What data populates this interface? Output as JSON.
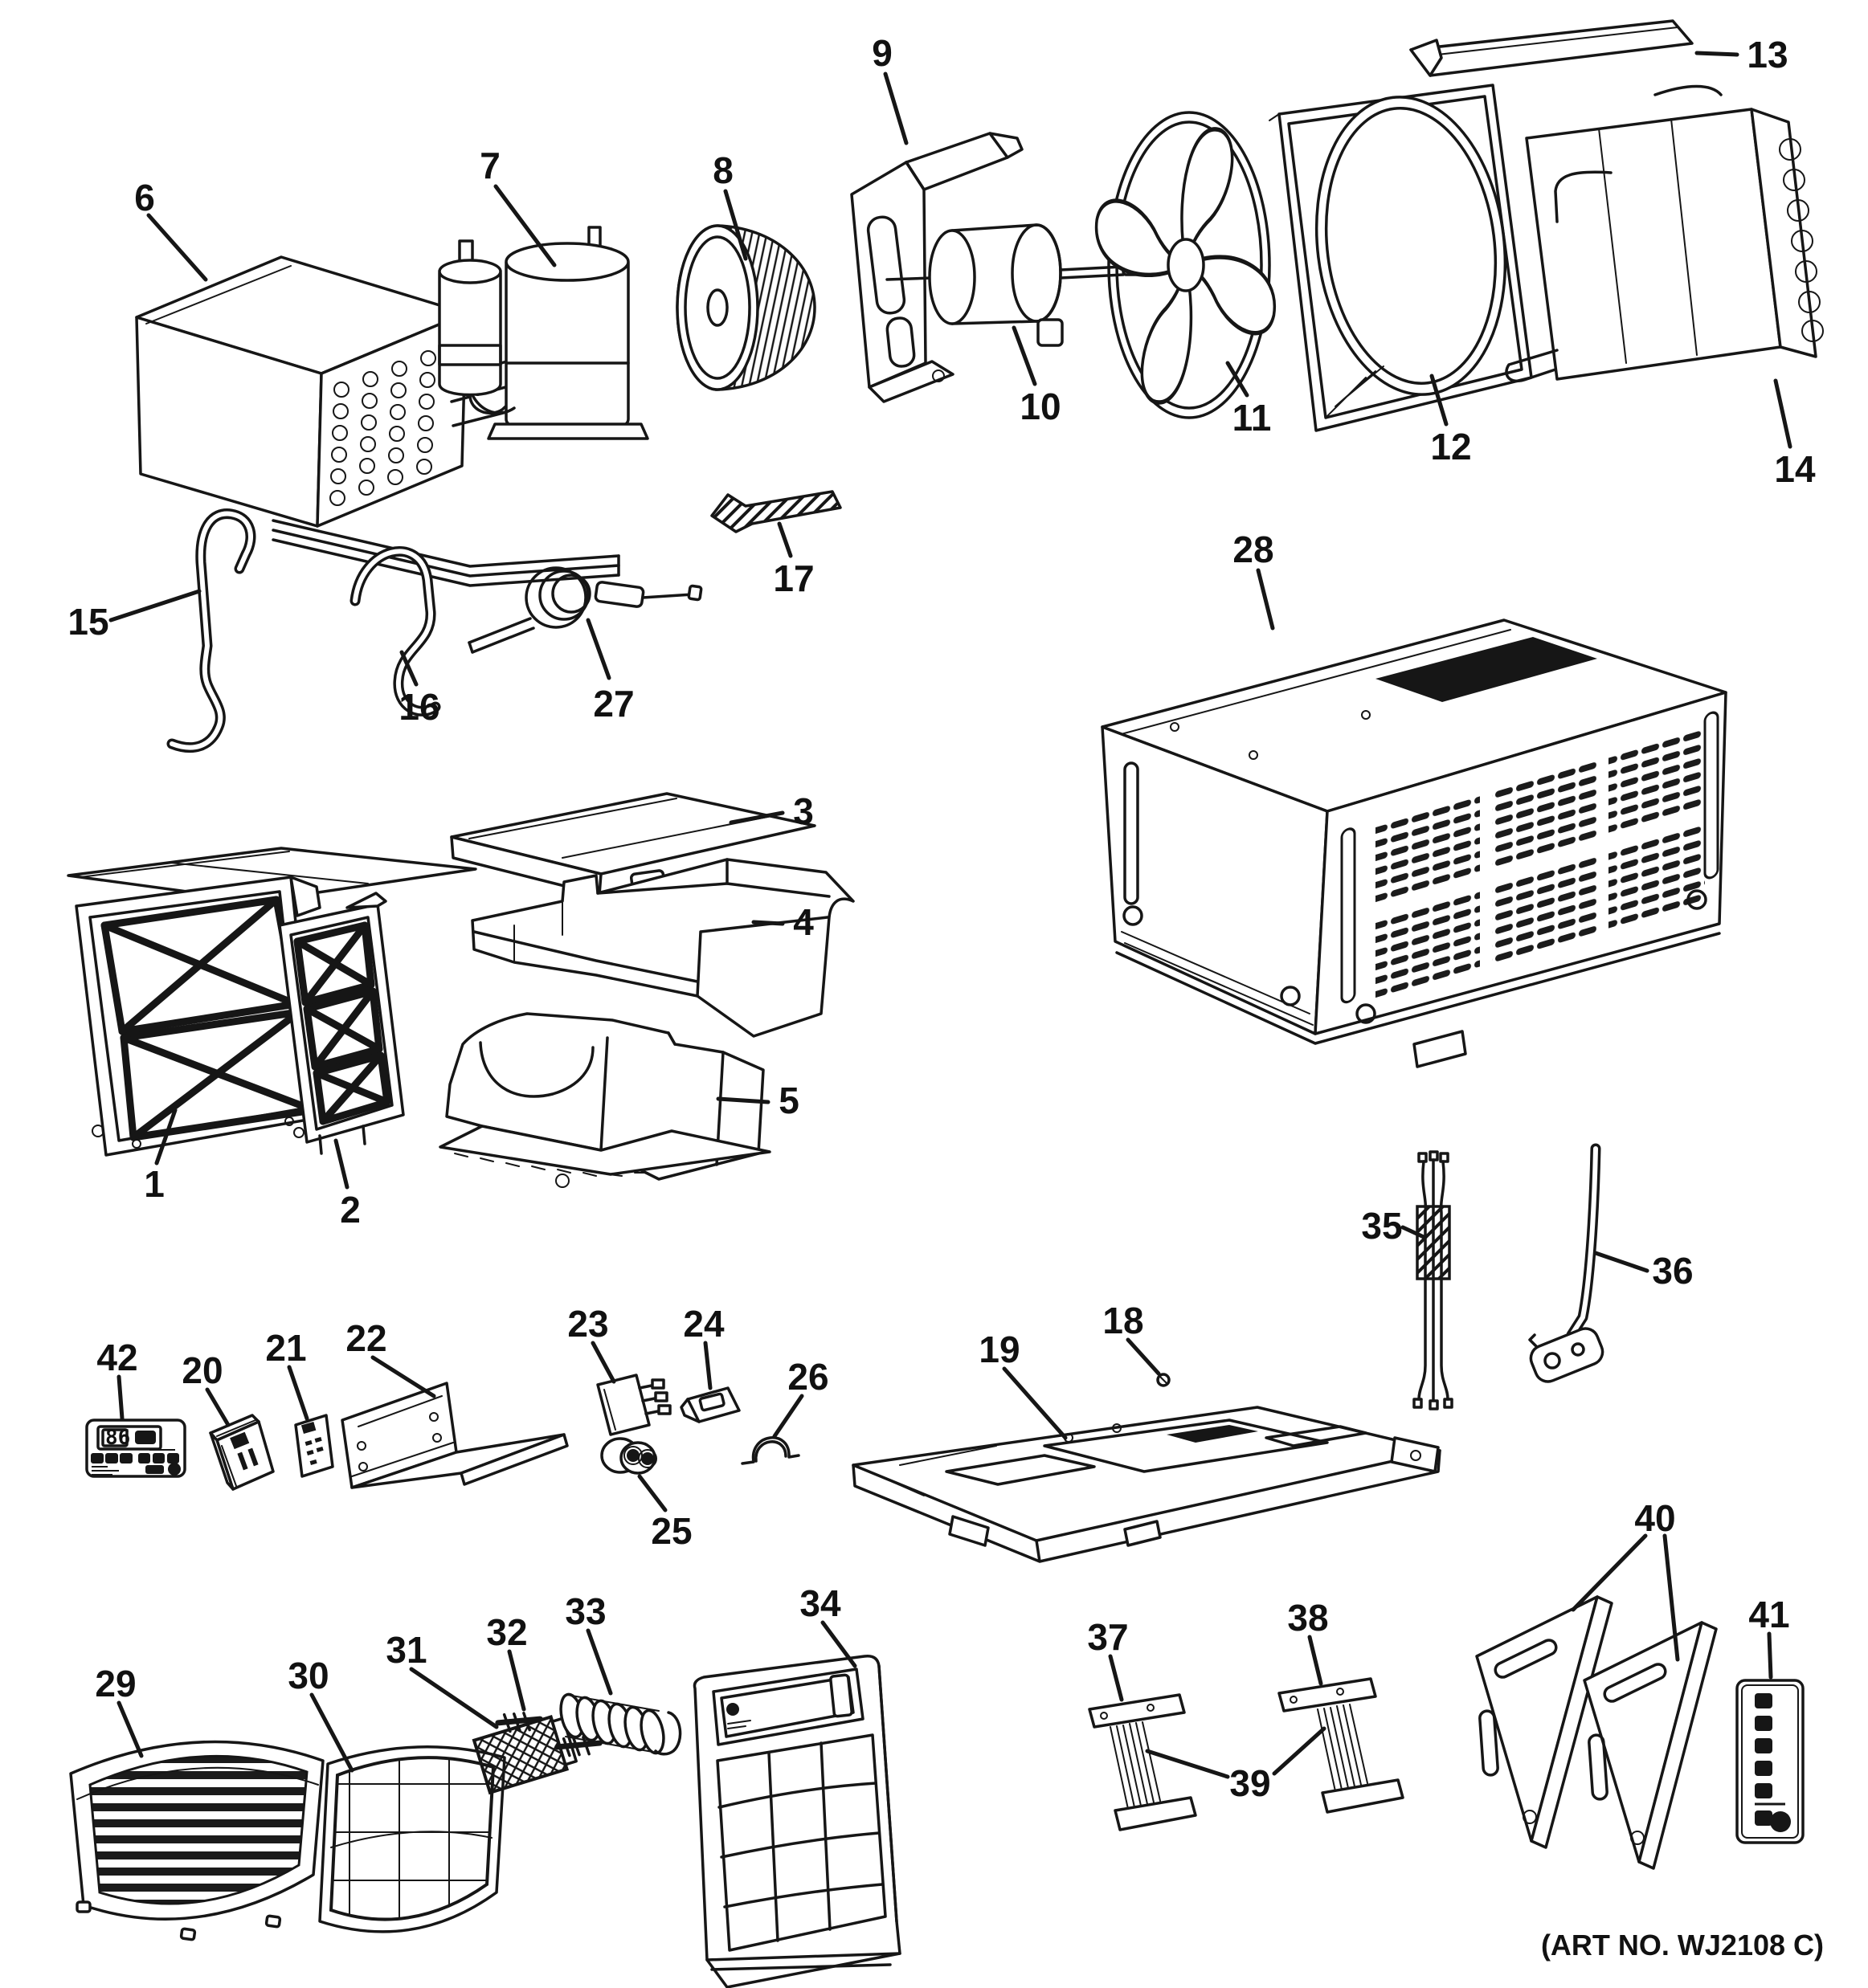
{
  "figure": {
    "kind": "exploded-parts-diagram",
    "product": "room-air-conditioner",
    "art_no": "(ART NO. WJ2108 C)",
    "control_display_readout": "86"
  },
  "callouts": {
    "c1": "1",
    "c2": "2",
    "c3": "3",
    "c4": "4",
    "c5": "5",
    "c6": "6",
    "c7": "7",
    "c8": "8",
    "c9": "9",
    "c10": "10",
    "c11": "11",
    "c12": "12",
    "c13": "13",
    "c14": "14",
    "c15": "15",
    "c16": "16",
    "c17": "17",
    "c18": "18",
    "c19": "19",
    "c20": "20",
    "c21": "21",
    "c22": "22",
    "c23": "23",
    "c24": "24",
    "c25": "25",
    "c26": "26",
    "c27": "27",
    "c28": "28",
    "c29": "29",
    "c30": "30",
    "c31": "31",
    "c32": "32",
    "c33": "33",
    "c34": "34",
    "c35": "35",
    "c36": "36",
    "c37": "37",
    "c38": "38",
    "c39": "39",
    "c40": "40",
    "c41": "41",
    "c42": "42"
  }
}
